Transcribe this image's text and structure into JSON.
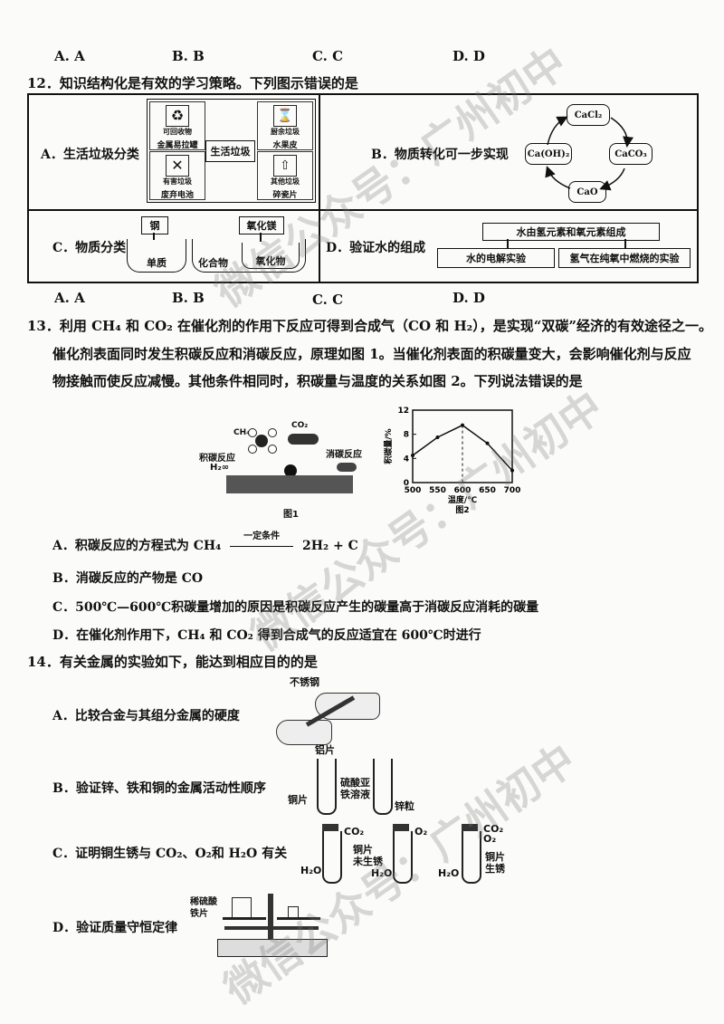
{
  "row_abcd_top": [
    "A. A",
    "B. B",
    "C. C",
    "D. D"
  ],
  "q12": {
    "stem": "12．知识结构化是有效的学习策略。下列图示错误的是",
    "a": {
      "label": "A．生活垃圾分类",
      "center": "生活垃圾",
      "bins": [
        "可回收物",
        "厨余垃圾",
        "有害垃圾",
        "其他垃圾"
      ],
      "items": [
        "金属易拉罐",
        "水果皮",
        "废弃电池",
        "碎瓷片"
      ]
    },
    "b": {
      "label": "B．物质转化可一步实现",
      "nodes": [
        "CaCl₂",
        "CaCO₃",
        "CaO",
        "Ca(OH)₂"
      ]
    },
    "c": {
      "label": "C．物质分类",
      "tags": [
        "钢",
        "氧化镁"
      ],
      "classes": [
        "单质",
        "化合物",
        "氧化物"
      ]
    },
    "d": {
      "label": "D．验证水的组成",
      "top": "水由氢元素和氧元素组成",
      "left": "水的电解实验",
      "right": "氢气在纯氧中燃烧的实验"
    },
    "options": [
      "A. A",
      "B. B",
      "C. C",
      "D. D"
    ]
  },
  "q13": {
    "stem": [
      "13．利用 CH₄ 和 CO₂ 在催化剂的作用下反应可得到合成气（CO 和 H₂），是实现“双碳”经济的有效途径之一。",
      "催化剂表面同时发生积碳反应和消碳反应，原理如图 1。当催化剂表面的积碳量变大，会影响催化剂与反应",
      "物接触而使反应减慢。其他条件相同时，积碳量与温度的关系如图 2。下列说法错误的是"
    ],
    "fig1": {
      "ch4": "CH₄",
      "co2": "CO₂",
      "left": "积碳反应",
      "right": "消碳反应",
      "h2": "H₂",
      "caption": "图1"
    },
    "options": {
      "a_pre": "A．积碳反应的方程式为 CH₄",
      "a_cond": "一定条件",
      "a_post": "2H₂ + C",
      "b": "B．消碳反应的产物是 CO",
      "c": "C．500℃—600℃积碳量增加的原因是积碳反应产生的碳量高于消碳反应消耗的碳量",
      "d": "D．在催化剂作用下，CH₄ 和 CO₂ 得到合成气的反应适宜在 600℃时进行"
    }
  },
  "chart_data": {
    "type": "line",
    "x": [
      500,
      550,
      600,
      650,
      700
    ],
    "series": [
      {
        "values": [
          4.5,
          7.5,
          9.5,
          6.5,
          2
        ]
      }
    ],
    "xlabel": "温度/℃",
    "ylabel": "积碳量/%",
    "xlim": [
      500,
      700
    ],
    "ylim": [
      0,
      12
    ],
    "yticks": [
      "0",
      "4",
      "8",
      "12"
    ],
    "xticks": [
      "500",
      "550",
      "600",
      "650",
      "700"
    ],
    "caption": "图2",
    "annotation": "dashed vertical line at x=600"
  },
  "q14": {
    "stem": "14．有关金属的实验如下，能达到相应目的的是",
    "a": {
      "label": "A．比较合金与其组分金属的硬度",
      "l1": "不锈钢",
      "l2": "铝片"
    },
    "b": {
      "label": "B．验证锌、铁和铜的金属活动性顺序",
      "l1": "铜片",
      "l2": "硫酸亚\n铁溶液",
      "l3": "锌粒"
    },
    "c": {
      "label": "C．证明铜生锈与 CO₂、O₂和 H₂O 有关",
      "co2": "CO₂",
      "o2": "O₂",
      "h2o": "H₂O",
      "cu": "铜片",
      "nr": "未生锈",
      "rust": "铜片\n生锈"
    },
    "d": {
      "label": "D．验证质量守恒定律",
      "l1": "稀硫酸\n铁片"
    }
  },
  "watermark": [
    "微信公众号：广州初中",
    "微信公众号：广州初中",
    "微信公众号：广州初中"
  ]
}
